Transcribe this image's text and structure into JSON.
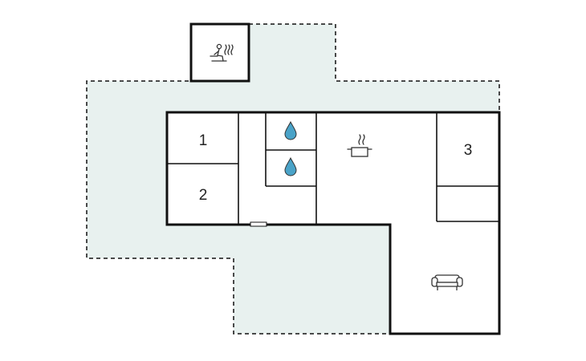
{
  "colors": {
    "background": "#ffffff",
    "outdoor_fill": "#e8f1ef",
    "wall": "#111111",
    "icon_water": "#4aa3c8",
    "icon_stroke": "#333333"
  },
  "rooms": {
    "bedroom_1": {
      "label": "1"
    },
    "bedroom_2": {
      "label": "2"
    },
    "bedroom_3": {
      "label": "3"
    }
  },
  "icons": {
    "sauna": "sauna-icon",
    "bathroom_1": "water-drop-icon",
    "bathroom_2": "water-drop-icon",
    "kitchen": "cooking-pot-icon",
    "living_room": "sofa-icon"
  }
}
